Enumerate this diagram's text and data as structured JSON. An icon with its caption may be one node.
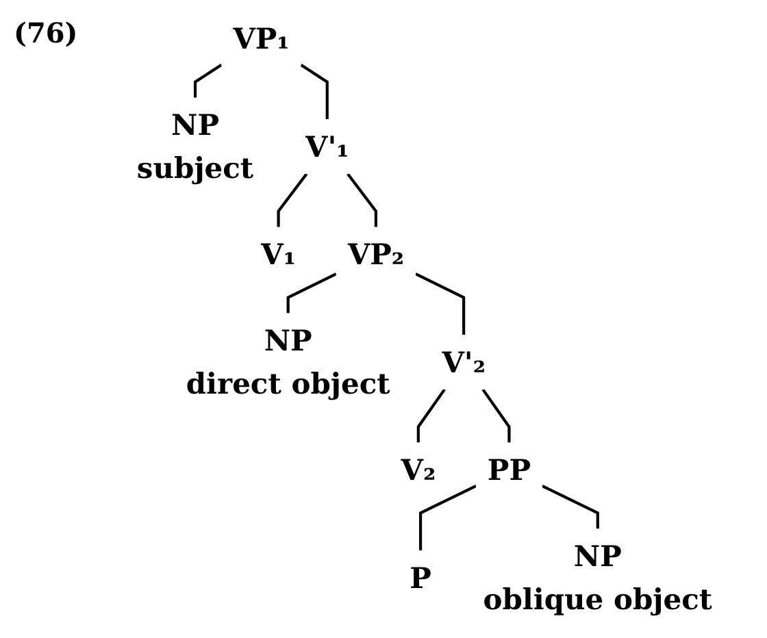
{
  "diagram": {
    "nodes": [
      {
        "text": [
          "VP₁"
        ]
      },
      {
        "text": [
          "NP",
          "subject"
        ]
      },
      {
        "text": [
          "V'₁"
        ]
      },
      {
        "text": [
          "V₁"
        ]
      },
      {
        "text": [
          "VP₂"
        ]
      },
      {
        "text": [
          "NP",
          "direct object"
        ]
      },
      {
        "text": [
          "V'₂"
        ]
      },
      {
        "text": [
          "V₂"
        ]
      },
      {
        "text": [
          "PP"
        ]
      },
      {
        "text": [
          "P"
        ]
      },
      {
        "text": [
          "NP",
          "oblique object"
        ]
      }
    ],
    "edges": [
      {
        "from": 0,
        "to": 1,
        "arrow": "none"
      },
      {
        "from": 0,
        "to": 2,
        "arrow": "none"
      },
      {
        "from": 2,
        "to": 3,
        "arrow": "none"
      },
      {
        "from": 2,
        "to": 4,
        "arrow": "none"
      },
      {
        "from": 4,
        "to": 5,
        "arrow": "none"
      },
      {
        "from": 4,
        "to": 6,
        "arrow": "none"
      },
      {
        "from": 6,
        "to": 7,
        "arrow": "none"
      },
      {
        "from": 6,
        "to": 8,
        "arrow": "none"
      },
      {
        "from": 8,
        "to": 9,
        "arrow": "none"
      },
      {
        "from": 8,
        "to": 10,
        "arrow": "none"
      }
    ],
    "labels": [
      "(76)"
    ]
  }
}
